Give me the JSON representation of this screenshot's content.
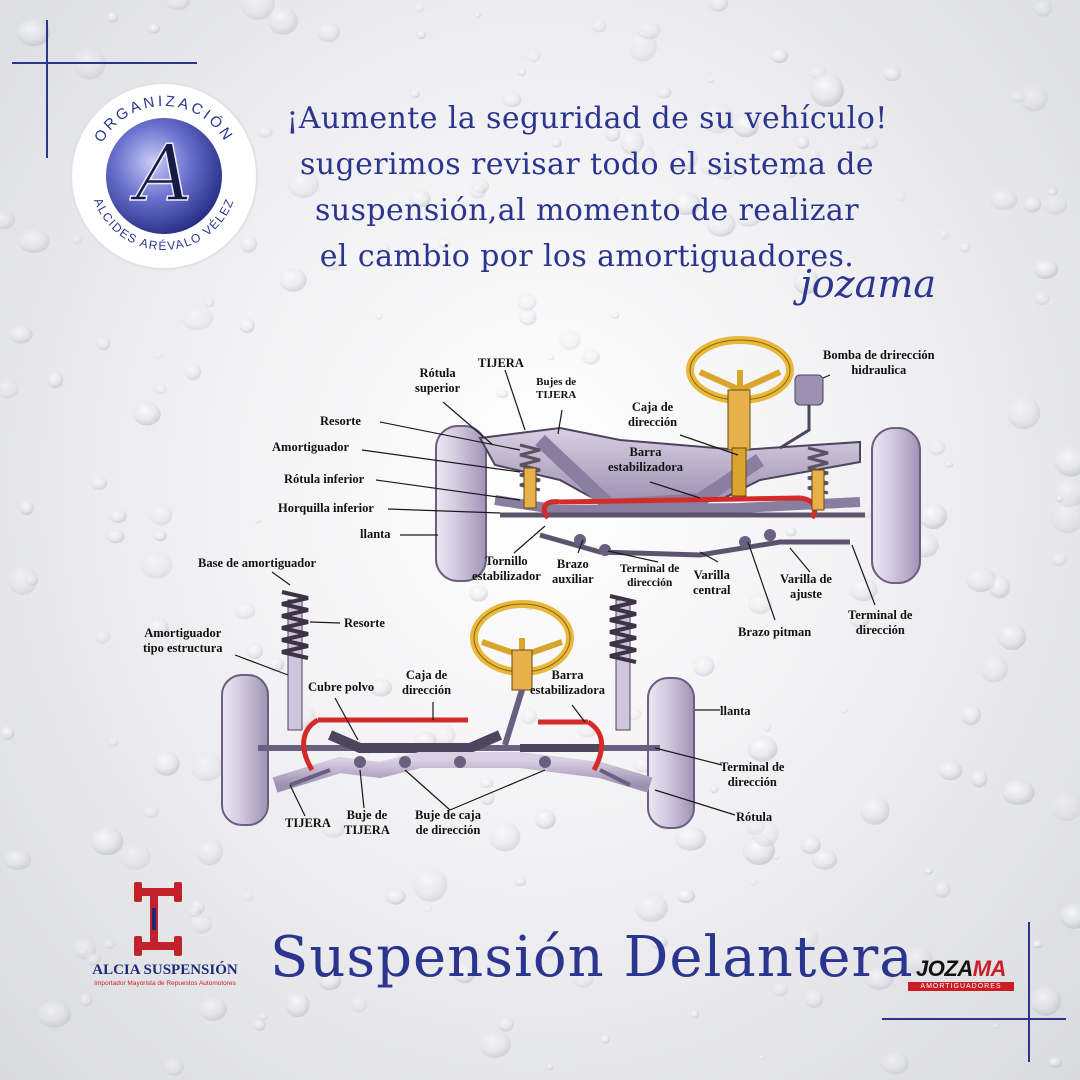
{
  "headline": {
    "line1": "¡Aumente la seguridad de su vehículo!",
    "line2": "sugerimos revisar todo el sistema de",
    "line3": "suspensión,al momento de realizar",
    "line4": "el cambio por los amortiguadores.",
    "signature": "jozama"
  },
  "org_logo": {
    "top_text": "ORGANIZACIÓN",
    "bottom_text": "ALCIDES ARÉVALO VÉLEZ",
    "monogram": "A"
  },
  "diagram_labels": {
    "rotula_superior": "Rótula\nsuperior",
    "tijera_top": "TIJERA",
    "bujes_tijera": "Bujes de\nTIJERA",
    "caja_direccion_top": "Caja de\ndirección",
    "bomba": "Bomba de drirección\nhidraulica",
    "resorte_top": "Resorte",
    "amortiguador": "Amortiguador",
    "barra_estab_top": "Barra\nestabilizadora",
    "rotula_inferior": "Rótula inferior",
    "horquilla": "Horquilla inferior",
    "llanta_top": "llanta",
    "tornillo": "Tornillo\nestabilizador",
    "brazo_aux": "Brazo\nauxiliar",
    "terminal_dir_mid": "Terminal de\ndirección",
    "varilla_central": "Varilla\ncentral",
    "varilla_ajuste": "Varilla de\najuste",
    "terminal_dir_right": "Terminal de\ndirección",
    "brazo_pitman": "Brazo pitman",
    "base_amort": "Base de amortiguador",
    "resorte_bottom": "Resorte",
    "amort_estructura": "Amortiguador\ntipo estructura",
    "cubre_polvo": "Cubre polvo",
    "caja_dir_bottom": "Caja de\ndirección",
    "barra_estab_bottom": "Barra\nestabilizadora",
    "llanta_bottom": "llanta",
    "terminal_dir_bottom": "Terminal de\ndirección",
    "rotula_bottom": "Rótula",
    "tijera_bottom": "TIJERA",
    "buje_tijera_bottom": "Buje de\nTIJERA",
    "buje_caja": "Buje de caja\nde dirección"
  },
  "footer": {
    "title": "Suspensión Delantera",
    "alcia_name": "ALCIA SUSPENSIÓN",
    "alcia_subtitle": "Importador Mayorista de Repuestos Automotores",
    "jozama_name_part1": "JOZA",
    "jozama_name_part2": "MA",
    "jozama_subtitle": "AMORTIGUADORES"
  },
  "colors": {
    "brand_blue": "#2b3590",
    "jozama_red": "#c91f24",
    "alcia_red": "#c2232b",
    "tire": "#d9d2e6",
    "frame": "#bfb3cf",
    "stabilizer_bar": "#d42a2a",
    "steering_wheel": "#e8b83a"
  },
  "icons": [
    "organization-seal-icon",
    "alcia-suspension-axle-icon",
    "jozama-logo"
  ]
}
